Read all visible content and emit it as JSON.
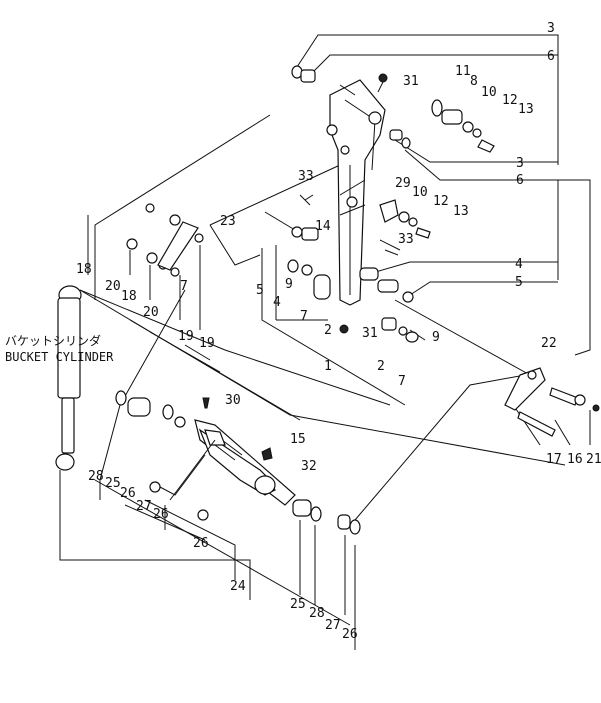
{
  "title_jp": "バケットシリンダ",
  "title_en": "BUCKET CYLINDER",
  "callouts": {
    "c3a": "3",
    "c6a": "6",
    "c31a": "31",
    "c11": "11",
    "c8": "8",
    "c10a": "10",
    "c12a": "12",
    "c13a": "13",
    "c3b": "3",
    "c6b": "6",
    "c33a": "33",
    "c29": "29",
    "c10b": "10",
    "c12b": "12",
    "c13b": "13",
    "c14": "14",
    "c33b": "33",
    "c23": "23",
    "c18a": "18",
    "c18b": "18",
    "c20a": "20",
    "c20b": "20",
    "c4a": "4",
    "c5a": "5",
    "c9a": "9",
    "c7a": "7",
    "c5b": "5",
    "c4b": "4",
    "c7b": "7",
    "c2a": "2",
    "c31b": "31",
    "c9b": "9",
    "c2b": "2",
    "c1": "1",
    "c7c": "7",
    "c19a": "19",
    "c19b": "19",
    "c22": "22",
    "c30": "30",
    "c15": "15",
    "c32": "32",
    "c17": "17",
    "c16": "16",
    "c21": "21",
    "c28a": "28",
    "c25a": "25",
    "c26a": "26",
    "c27a": "27",
    "c26b": "26",
    "c26c": "26",
    "c24": "24",
    "c25b": "25",
    "c28b": "28",
    "c27b": "27",
    "c26d": "26"
  }
}
